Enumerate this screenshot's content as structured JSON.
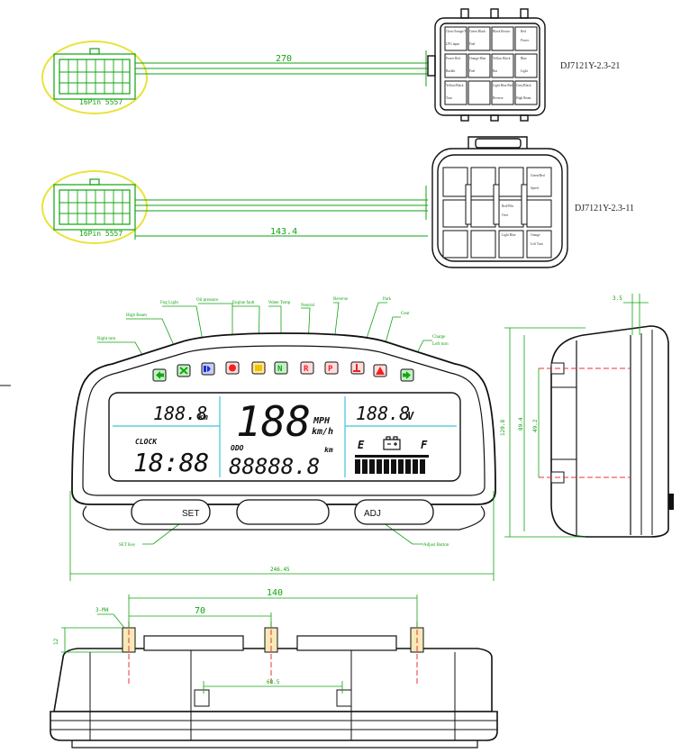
{
  "connectors": {
    "top": {
      "part_no": "DJ7121Y-2.3-21",
      "dimension": "270",
      "plug_label": "16Pin 5557",
      "cells": [
        [
          "Clear Orange/Y",
          "Green Black",
          "Black Brown",
          "Red"
        ],
        [
          "LPG input",
          "Fuel",
          "",
          "Power"
        ],
        [
          "Power Red",
          "Orange Blue",
          "Yellow Black",
          "Blue"
        ],
        [
          "Backlit",
          "Fuel",
          "Bat",
          "Light"
        ],
        [
          "Yellow/Black",
          "",
          "Light Blue Red",
          "Grey/Black"
        ],
        [
          "Turn",
          "",
          "Reverse",
          "High Beam"
        ]
      ]
    },
    "bottom": {
      "part_no": "DJ7121Y-2.3-11",
      "dimension": "143.4",
      "plug_label": "16Pin 5557",
      "cells": [
        "Green/Red",
        "Speed",
        "Red/Wht",
        "Over",
        "Light Blue",
        "Orange",
        "Left Turn"
      ]
    }
  },
  "front": {
    "indicator_labels": [
      "High Beam",
      "Fog Light",
      "Oil pressure",
      "Engine fault",
      "Water Temp",
      "Neutral",
      "Reverse",
      "Park",
      "Gear",
      "Charge",
      "Left turn",
      "Right turn"
    ],
    "lcd": {
      "top_left": "188.8",
      "top_left_unit": "km",
      "speed": "188",
      "speed_unit1": "MPH",
      "speed_unit2": "km/h",
      "top_right": "188.8",
      "top_right_unit": "V",
      "clock_label": "CLOCK",
      "clock": "18:88",
      "odo_label": "ODO",
      "odo": "88888.8",
      "odo_unit": "km",
      "fuel_e": "E",
      "fuel_f": "F"
    },
    "buttons": {
      "set": "SET",
      "adj": "ADJ"
    },
    "button_notes": {
      "set": "SET Key",
      "adj": "Adjust Button"
    },
    "width_dim": "246.45"
  },
  "side": {
    "dim_a": "3.5",
    "dim_b": "120.8",
    "dim_c": "89.4",
    "dim_d": "49.2"
  },
  "bottom": {
    "dim_total": "140",
    "dim_half": "70",
    "dim_pin": "3-M4",
    "dim_height": "12",
    "dim_inner": "68.5"
  }
}
